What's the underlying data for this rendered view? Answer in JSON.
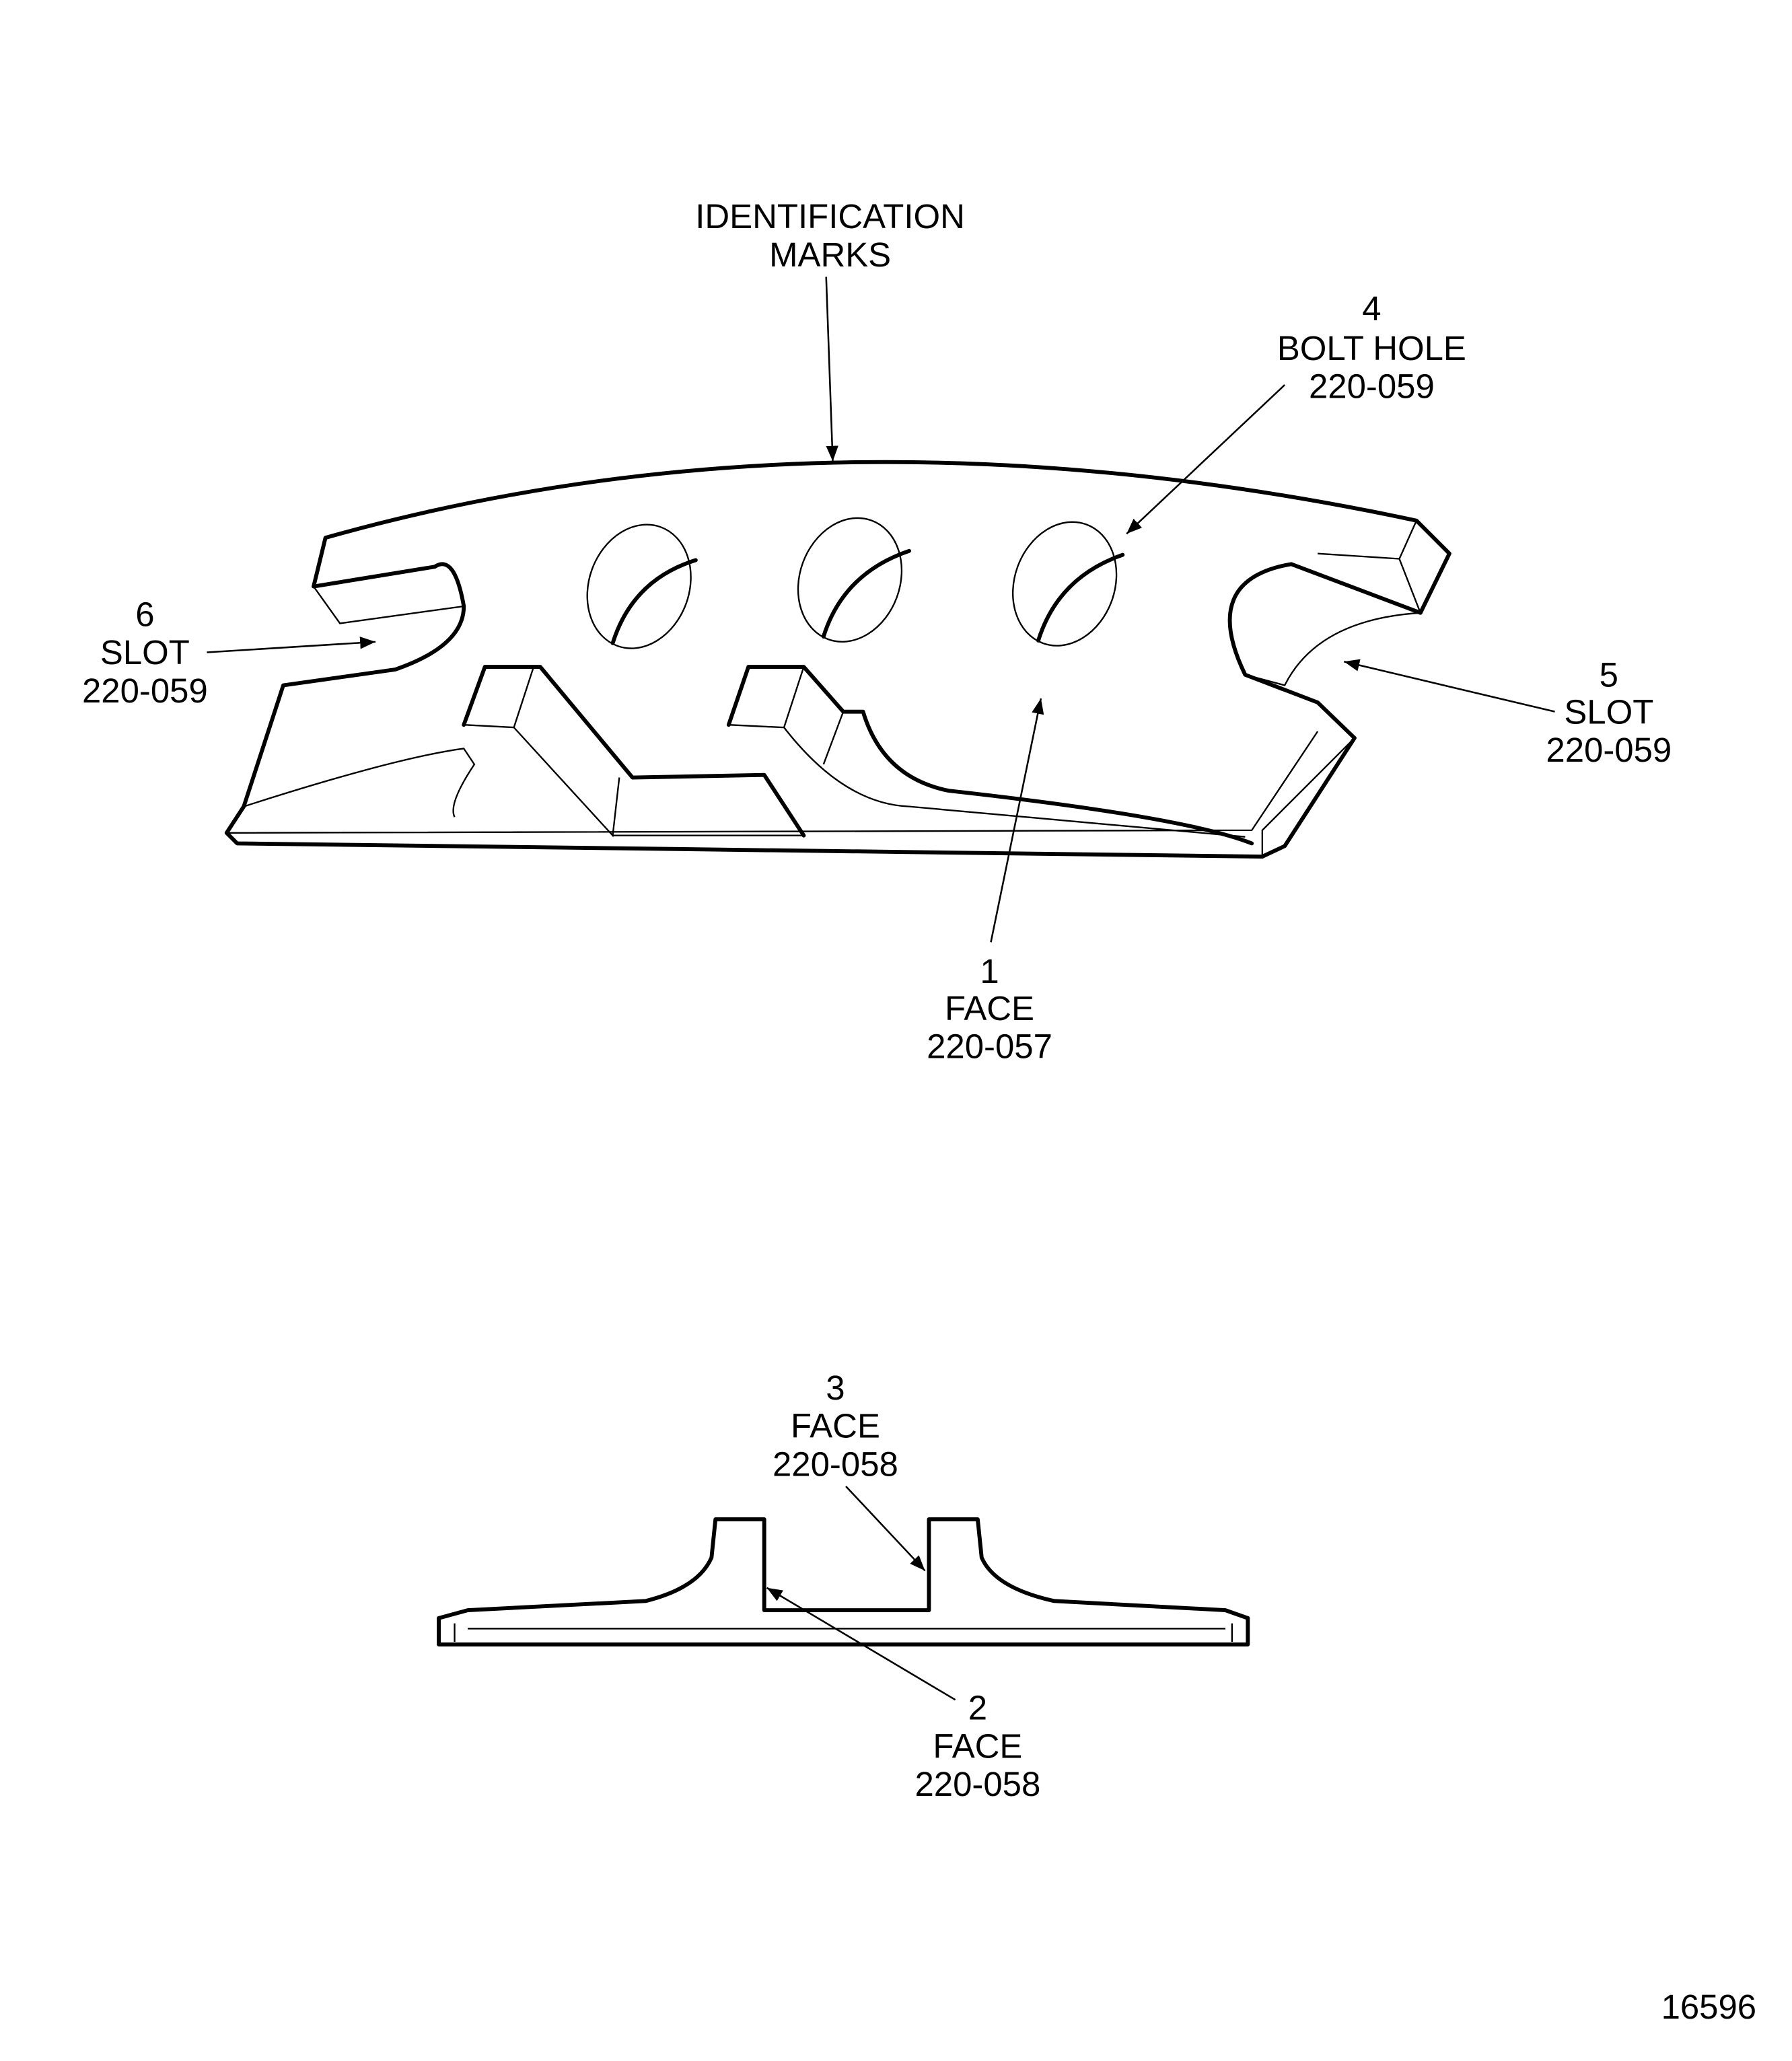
{
  "labels": {
    "identification": {
      "line1": "IDENTIFICATION",
      "line2": "MARKS"
    },
    "bolt_hole": {
      "num": "4",
      "name": "BOLT HOLE",
      "code": "220-059"
    },
    "slot_left": {
      "num": "6",
      "name": "SLOT",
      "code": "220-059"
    },
    "slot_right": {
      "num": "5",
      "name": "SLOT",
      "code": "220-059"
    },
    "face_1": {
      "num": "1",
      "name": "FACE",
      "code": "220-057"
    },
    "face_3": {
      "num": "3",
      "name": "FACE",
      "code": "220-058"
    },
    "face_2": {
      "num": "2",
      "name": "FACE",
      "code": "220-058"
    }
  },
  "figure_number": "16596"
}
